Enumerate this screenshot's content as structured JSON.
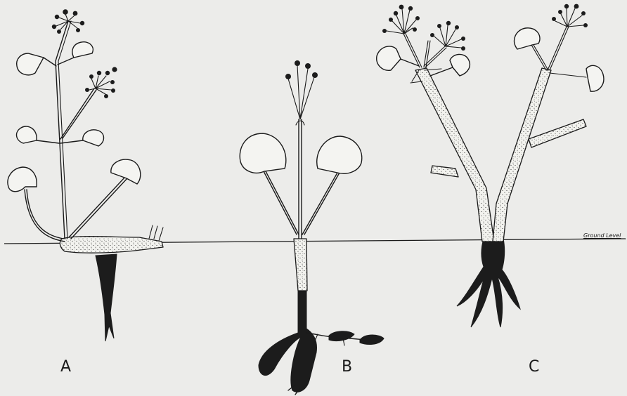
{
  "figure": {
    "ground_label": "Ground Level",
    "panel_labels": [
      "A",
      "B",
      "C"
    ]
  }
}
